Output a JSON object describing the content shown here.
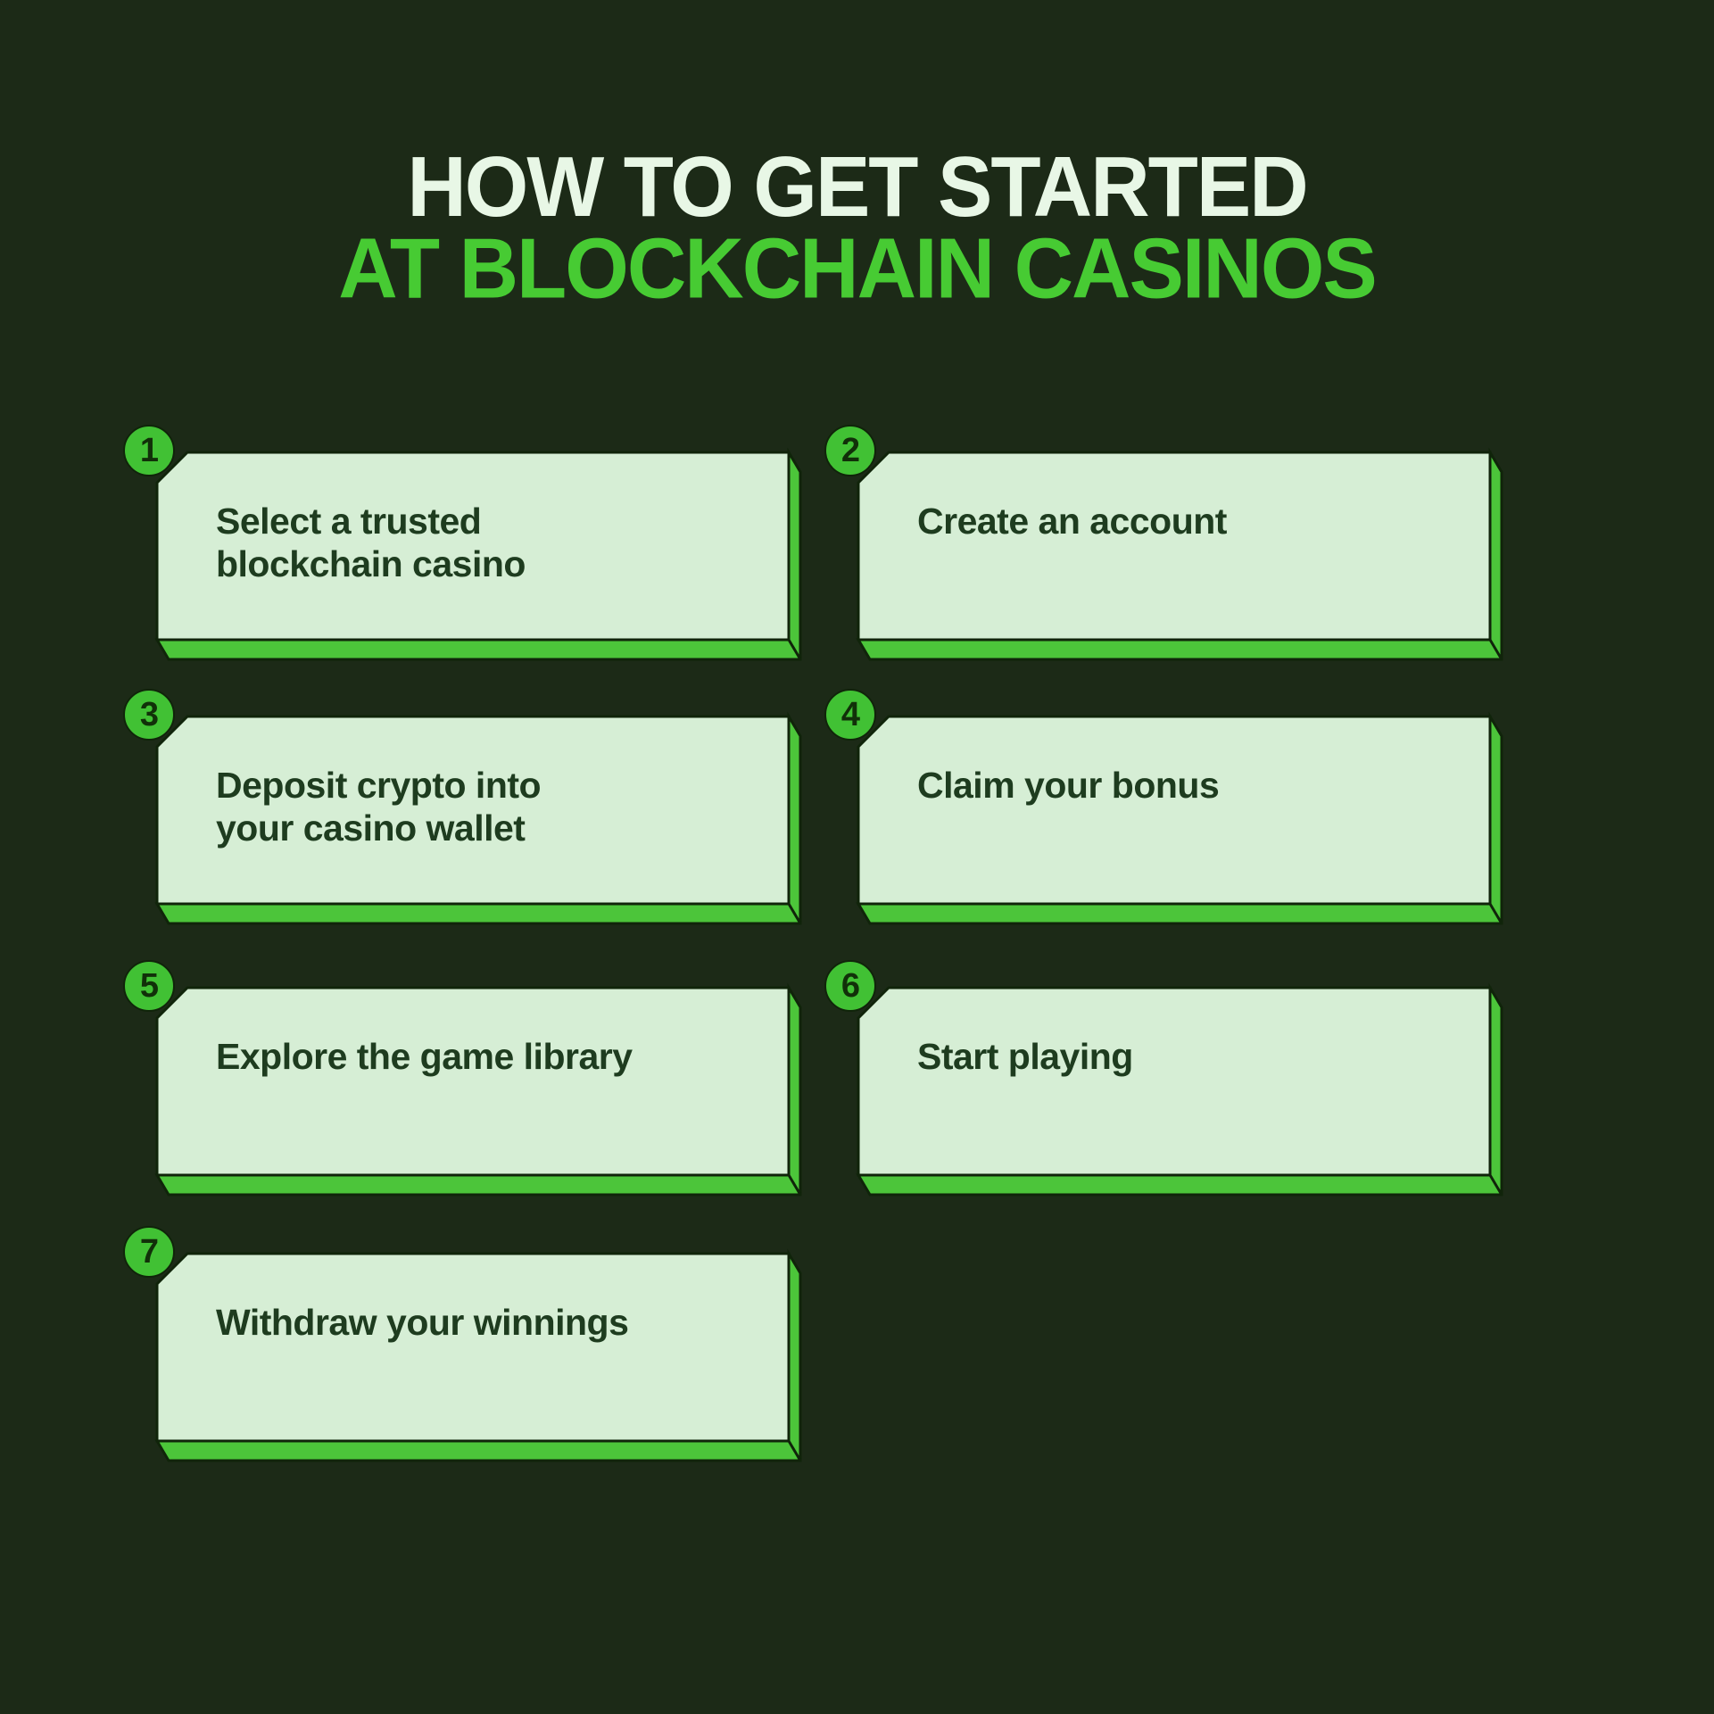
{
  "theme": {
    "bg": "#1c2a17",
    "face": "#d6eed5",
    "band": "#4cc53a",
    "badge": "#41c134",
    "outline": "#10240a",
    "cardtext": "#1e3c1f",
    "title1": "#e8f7e6",
    "title2": "#47cb33",
    "num": "#113009"
  },
  "title": {
    "line1": "HOW TO GET STARTED",
    "line2": "AT BLOCKCHAIN CASINOS"
  },
  "steps": [
    {
      "number": "1",
      "text": "Select a trusted\nblockchain casino",
      "column": 0,
      "row": 0
    },
    {
      "number": "2",
      "text": "Create an account",
      "column": 1,
      "row": 0
    },
    {
      "number": "3",
      "text": "Deposit crypto into\nyour casino wallet",
      "column": 0,
      "row": 1
    },
    {
      "number": "4",
      "text": "Claim your bonus",
      "column": 1,
      "row": 1
    },
    {
      "number": "5",
      "text": "Explore the game library",
      "column": 0,
      "row": 2
    },
    {
      "number": "6",
      "text": "Start playing",
      "column": 1,
      "row": 2
    },
    {
      "number": "7",
      "text": "Withdraw your winnings",
      "column": 0,
      "row": 3
    }
  ]
}
